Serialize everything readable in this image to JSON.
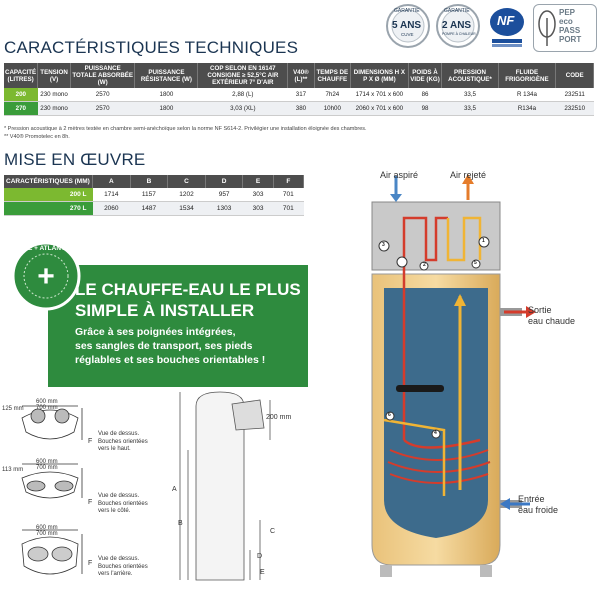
{
  "badges": {
    "garantie_top": "GARANTIE",
    "badge1_years": "5 ANS",
    "badge1_sub": "CUVE",
    "badge2_years": "2 ANS",
    "badge2_sub": "POMPE À CHALEUR",
    "nf_label": "NF",
    "pep": {
      "l1": "PEP",
      "l2": "eco",
      "l3": "PASS",
      "l4": "PORT"
    }
  },
  "caracteristiques": {
    "title": "CARACTÉRISTIQUES TECHNIQUES",
    "headers": [
      "CAPACITÉ (LITRES)",
      "TENSION (V)",
      "PUISSANCE TOTALE ABSORBÉE (W)",
      "PUISSANCE RÉSISTANCE (W)",
      "COP SELON EN 16147 CONSIGNE ≥ 52,5°C AIR EXTÉRIEUR 7° D'AIR",
      "V40® (L)**",
      "TEMPS DE CHAUFFE",
      "DIMENSIONS H X P X Ø (MM)",
      "POIDS À VIDE (KG)",
      "PRESSION ACOUSTIQUE*",
      "FLUIDE FRIGORIGÈNE",
      "CODE"
    ],
    "rows": [
      [
        "200",
        "230 mono",
        "2570",
        "1800",
        "2,88 (L)",
        "317",
        "7h24",
        "1714 x 701 x 600",
        "86",
        "33,5",
        "R 134a",
        "232511"
      ],
      [
        "270",
        "230 mono",
        "2570",
        "1800",
        "3,03 (XL)",
        "380",
        "10h00",
        "2060 x 701 x 600",
        "98",
        "33,5",
        "R134a",
        "232510"
      ]
    ],
    "note1": "* Pression acoustique à 2 mètres testée en chambre semi-anéchoïque selon la norme NF S614-2. Privilégier une installation éloignée des chambres.",
    "note2": "** V40® Promotelec en 8h."
  },
  "mise": {
    "title": "MISE EN ŒUVRE",
    "headers": [
      "CARACTÉRISTIQUES (MM)",
      "A",
      "B",
      "C",
      "D",
      "E",
      "F"
    ],
    "rows": [
      [
        "200 L",
        "1714",
        "1157",
        "1202",
        "957",
        "303",
        "701"
      ],
      [
        "270 L",
        "2060",
        "1487",
        "1534",
        "1303",
        "303",
        "701"
      ]
    ]
  },
  "banner": {
    "badge": "LE + ATLANTIC",
    "headline1": "LE CHAUFFE-EAU LE PLUS",
    "headline2": "SIMPLE À INSTALLER",
    "body1": "Grâce à ses poignées intégrées,",
    "body2": "ses sangles de transport, ses pieds",
    "body3": "réglables et ses bouches orientables !"
  },
  "views": [
    {
      "l1": "Vue de dessus.",
      "l2": "Bouches orientées",
      "l3": "vers le haut.",
      "d1": "125 mm",
      "d2": "600 mm",
      "d3": "700 mm"
    },
    {
      "l1": "Vue de dessus.",
      "l2": "Bouches orientées",
      "l3": "vers le côté.",
      "d1": "113 mm",
      "d2": "600 mm",
      "d3": "700 mm"
    },
    {
      "l1": "Vue de dessus.",
      "l2": "Bouches orientées",
      "l3": "vers l'arrière.",
      "d1": "",
      "d2": "600 mm",
      "d3": "700 mm"
    }
  ],
  "side_dims": {
    "top": "200 mm",
    "A": "A",
    "B": "B",
    "C": "C",
    "D": "D",
    "E": "E",
    "F": "F"
  },
  "diagram": {
    "air_aspire": "Air aspiré",
    "air_rejete": "Air rejeté",
    "sortie1": "Sortie",
    "sortie2": "eau chaude",
    "entree1": "Entrée",
    "entree2": "eau froide",
    "n1": "1",
    "n2": "2",
    "n3": "3",
    "n4": "4",
    "n5": "5",
    "n6": "6"
  },
  "colors": {
    "green": "#2e8b3e",
    "light_green": "#7cb930",
    "navy": "#1b3552",
    "tank": "#3d6b8c"
  }
}
